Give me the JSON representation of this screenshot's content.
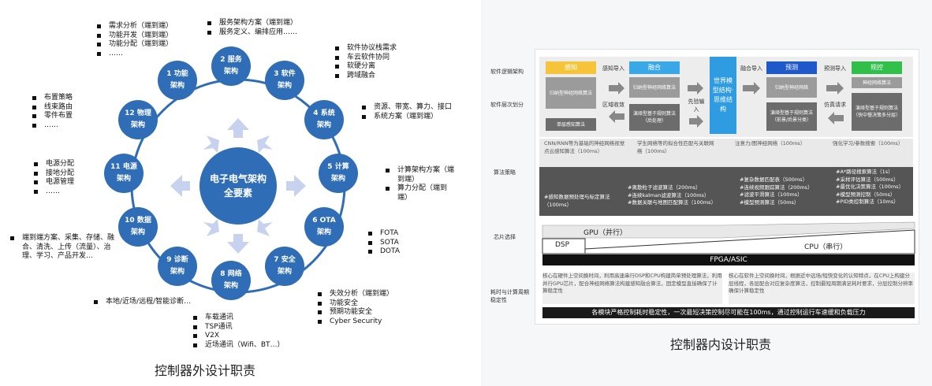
{
  "left": {
    "caption": "控制器外设计职责",
    "center": "电子电气架构全要素",
    "nodes": [
      {
        "id": "1",
        "t": "1 功能",
        "s": "架构"
      },
      {
        "id": "2",
        "t": "2 服务",
        "s": "架构"
      },
      {
        "id": "3",
        "t": "3 软件",
        "s": "架构"
      },
      {
        "id": "4",
        "t": "4 系统",
        "s": "架构"
      },
      {
        "id": "5",
        "t": "5 计算",
        "s": "架构"
      },
      {
        "id": "6",
        "t": "6 OTA",
        "s": "架构"
      },
      {
        "id": "7",
        "t": "7 安全",
        "s": "架构"
      },
      {
        "id": "8",
        "t": "8 网络",
        "s": "架构"
      },
      {
        "id": "9",
        "t": "9 诊断",
        "s": "架构"
      },
      {
        "id": "10",
        "t": "10 数据",
        "s": "架构"
      },
      {
        "id": "11",
        "t": "11 电源",
        "s": "架构"
      },
      {
        "id": "12",
        "t": "12 物理",
        "s": "架构"
      }
    ],
    "lists": {
      "functional": [
        "需求分析（端到端）",
        "功能开发（端到端）",
        "功能分配（端到端）",
        "……"
      ],
      "service": [
        "服务架构方案（端到端）",
        "服务定义、编排应用……"
      ],
      "software": [
        "软件协议栈需求",
        "车云软件协同",
        "软硬分离",
        "跨域融合"
      ],
      "system": [
        "资源、带宽、算力、接口",
        "系统方案（端到端）"
      ],
      "compute": [
        "计算架构方案（端到端）",
        "算力分配（端到端）"
      ],
      "ota": [
        "FOTA",
        "SOTA",
        "DOTA"
      ],
      "security": [
        "失效分析（端到端）",
        "功能安全",
        "预期功能安全",
        "Cyber Security"
      ],
      "network": [
        "车载通讯",
        "TSP通讯",
        "V2X",
        "近场通讯（Wifi、BT…）"
      ],
      "diagnosis": [
        "本地/近场/远程/智能诊断…"
      ],
      "data": [
        "端到端方案、采集、存储、融合、清洗、上传（流量）、治理、学习、产品开发…"
      ],
      "power": [
        "电源分配",
        "接地分配",
        "电源管理",
        "……"
      ],
      "physical": [
        "布置策略",
        "线束路由",
        "零件布置",
        "……"
      ]
    }
  },
  "right": {
    "caption": "控制器内设计职责",
    "row_labels": [
      "软件逻辑架构",
      "软件层次划分",
      "算法策略",
      "芯片选择",
      "耗时与计算周期稳定性"
    ],
    "top": {
      "perception": "感知",
      "fusion": "融合",
      "world_model": "世界模型结构·思维结构",
      "prediction": "预测",
      "control": "规控",
      "perception_in": "感知导入",
      "fusion_in": "融合导入",
      "predict_in": "预测导入",
      "region_in": "区域收敛",
      "advance_in": "先验输入",
      "sim_req": "仿真请求",
      "p_box1": "归纳型神经网络算法",
      "p_box2": "单层感知算法",
      "f_box1": "归纳型神经网络算法",
      "f_box2": "演绎型基于规则算法（后处理）",
      "pr_box1": "归纳型神经网络",
      "pr_box2": "演绎型基于规则算法（前景/后景分类）",
      "c_box1": "神经网络算法",
      "c_box2": "演绎型基于规则算法（快中慢决策多分层）"
    },
    "algo_light": [
      "CNN/RNN等为基础的神经网络视觉点云感知算法（100ms）",
      "学生网络等的拟合性匹配与关联网络（100ms）",
      "注意力/图神经网络（100ms）",
      "强化学习/参数搜索（100ms）"
    ],
    "algo_dark": {
      "c1": [
        "#感知数据预处理与标定算法（100ms）"
      ],
      "c2": [
        "#离散粒子滤波算法（200ms）",
        "#连续kalman滤波算法（100ms）",
        "#数据关联与地图匹配算法（100ms）"
      ],
      "c3": [
        "#复杂数据匹配表（500ms）",
        "#连续视频跟踪算法（200ms）",
        "#滤波平滑算法（100ms）",
        "#模型预测算法（50ms）"
      ],
      "c4": [
        "#A*路径搜索算法（1s）",
        "#采样评估算法（500ms）",
        "#最优化决策算法（100ms）",
        "#模型预测控制（50ms）",
        "#PID类控制算法（10ms）"
      ]
    },
    "chips": {
      "gpu": "GPU（并行）",
      "dsp": "DSP",
      "cpu": "CPU（串行）",
      "fpga": "FPGA/ASIC"
    },
    "timing": {
      "left": "核心在硬件上空间换时间，利用高速串行DSP和CPU构建简单预处理算法，利用并行GPU芯片，配合神经网络算法构建感知融合算法，固定模型直接确保了计算稳定性",
      "right": "核心在软件上空间换时间，根据近中远场/短快变化的认知特点，在CPU上构建分层线程，各层配合对应复杂度算法，控制最短周期满足耗时要求，分层控制分辨率确保计算稳定性",
      "bottom": "各模块严格控制耗时稳定性，一次最短决策控制尽可能在100ms，通过控制运行车速缓和负载压力"
    }
  },
  "colors": {
    "node_blue": "#2f6db6",
    "arrow_light": "#c7d3ee",
    "perception_yellow": "#f5c43a",
    "fusion_blue": "#3aa8e6",
    "world_blue": "#2f9be0",
    "prediction_blue": "#1f58c8",
    "control_green": "#2fbf4a"
  }
}
